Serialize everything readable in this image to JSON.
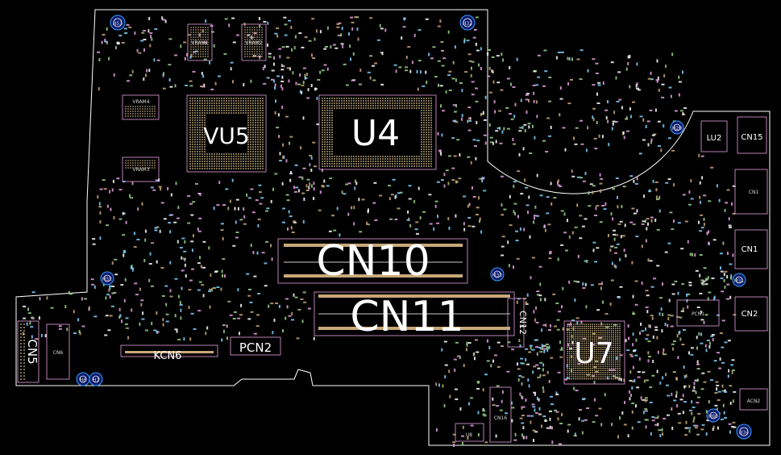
{
  "board": {
    "chips": {
      "gpu": "VU5",
      "cpu": "U4",
      "pch": "U7",
      "u8": "U8",
      "lu2": "LU2"
    },
    "slots": {
      "cn10": "CN10",
      "cn11": "CN11",
      "cn12": "CN12"
    },
    "connectors": {
      "pcn2": "PCN2",
      "kcn6": "KCN6",
      "cn5": "CN5",
      "cn6": "CN6",
      "cn15": "CN15",
      "cn1": "CN1",
      "cn2": "CN2",
      "cn16": "CN16",
      "acn2": "ACN2",
      "pcn1": "PCN1"
    },
    "memory": {
      "vram1": "VRAM1",
      "vram2": "VRAM2",
      "vram3": "VRAM3",
      "vram4": "VRAM4"
    },
    "holes": [
      "H53",
      "H32",
      "H29",
      "H52",
      "H33",
      "H34",
      "H31",
      "H6",
      "H7",
      "H60"
    ]
  },
  "colors": {
    "background": "#000000",
    "outline": "#ffffff",
    "hole_fill": "#0b1a6b",
    "hole_ring": "#3aa0ff",
    "pads": "#c8a878",
    "silk_pink": "#e6a0e0"
  }
}
